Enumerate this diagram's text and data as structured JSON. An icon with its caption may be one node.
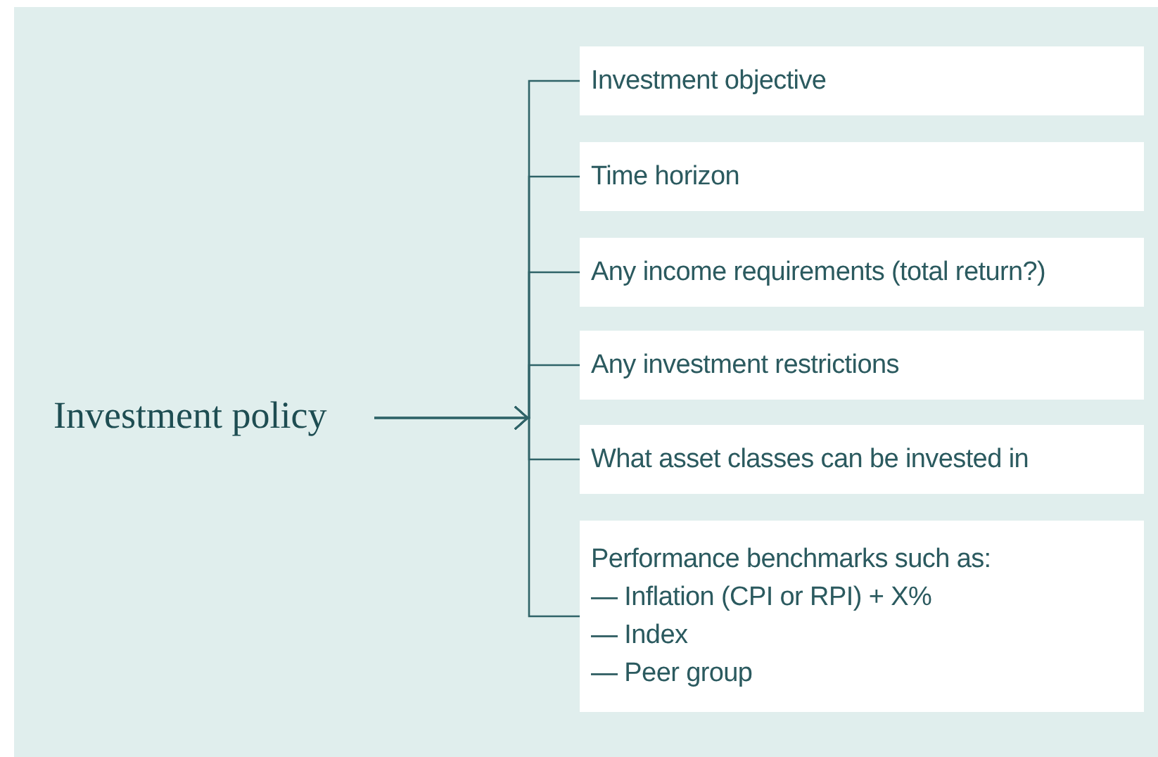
{
  "diagram": {
    "nodes": [
      {
        "text": [
          "Investment policy"
        ]
      },
      {
        "text": [
          "Investment objective"
        ]
      },
      {
        "text": [
          "Time horizon"
        ]
      },
      {
        "text": [
          "Any income requirements (total return?)"
        ]
      },
      {
        "text": [
          "Any investment restrictions"
        ]
      },
      {
        "text": [
          "What asset classes can be invested in"
        ]
      },
      {
        "text": [
          "Performance benchmarks such as:",
          "— Inflation (CPI or RPI) + X%",
          "— Index",
          "— Peer group"
        ]
      }
    ],
    "edges": [
      {
        "from": 0,
        "to": 1,
        "arrow": "to"
      },
      {
        "from": 0,
        "to": 2,
        "arrow": "to"
      },
      {
        "from": 0,
        "to": 3,
        "arrow": "to"
      },
      {
        "from": 0,
        "to": 4,
        "arrow": "to"
      },
      {
        "from": 0,
        "to": 5,
        "arrow": "to"
      },
      {
        "from": 0,
        "to": 6,
        "arrow": "to"
      }
    ]
  }
}
